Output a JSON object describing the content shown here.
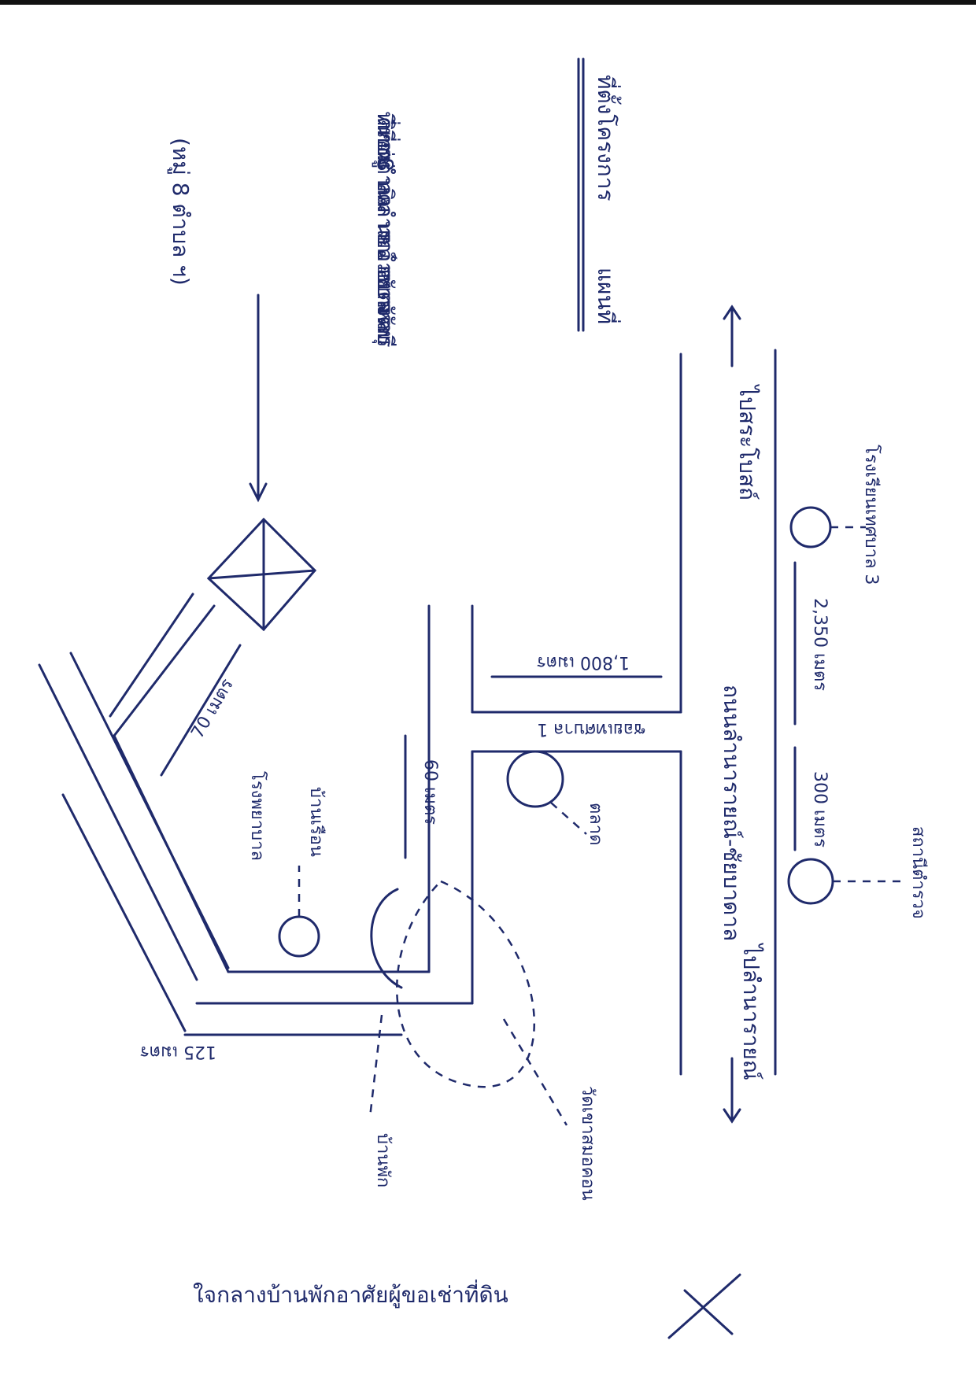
{
  "map": {
    "title": "ที่ตั้งโครงการ",
    "title_prefix": "แผนที่",
    "bottom_caption": "ใจกลางบ้านพักอาศัยผู้ขอเช่าที่ดิน",
    "top_note": "ไปตลาดเนินสูง",
    "labels": {
      "road_main_left": "ไปสระโบสถ์",
      "road_main_right": "ไปลำนารายณ์",
      "highway": "ถนนลำนารายณ์-ชัยบาดาล",
      "side_road": "ซอยเทศบาล 1",
      "school_right": "โรงเรียนเทศบาล 3",
      "police_right": "สถานีตำรวจ",
      "temple_lower": "วัดเขาสมอคอน",
      "hospital": "โรงพยาบาล",
      "house_near": "บ้านเรือน",
      "market_circle": "ตลาด",
      "house_lower": "บ้านพัก",
      "project_site": "ที่ดินที่ขอเช่า หมู่ 8 ตำบลนิคมลำนารายณ์ อำเภอชัยบาดาล จังหวัดลพบุรี",
      "plot_number": "(หมู่ 8 ตำบล ฯ)"
    },
    "distances": {
      "d1": "1,800 เมตร",
      "d2": "2,350 เมตร",
      "d3": "300 เมตร",
      "d4": "60 เมตร",
      "d5": "70 เมตร",
      "d6": "125 เมตร"
    }
  }
}
